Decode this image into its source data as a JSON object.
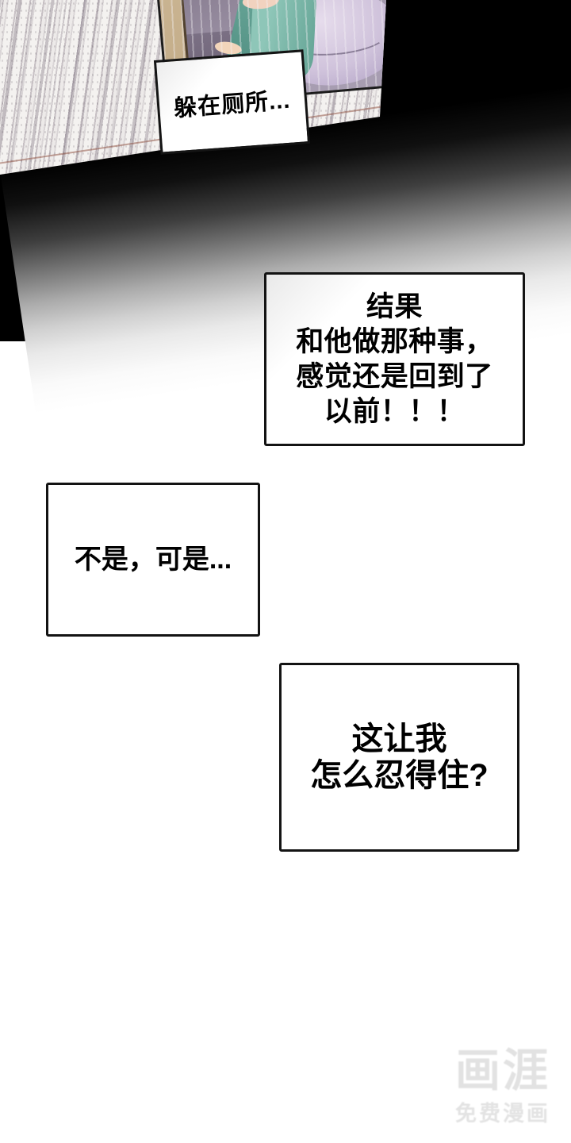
{
  "panel_top": {
    "caption": "躲在厕所..."
  },
  "speech_boxes": [
    {
      "lines": [
        "结果",
        "和他做那种事，",
        "感觉还是回到了",
        "以前！！！"
      ]
    },
    {
      "lines": [
        "不是，可是..."
      ]
    },
    {
      "lines": [
        "这让我",
        "怎么忍得住?"
      ]
    }
  ],
  "watermark": {
    "logo": "画涯",
    "tagline": "免费漫画"
  },
  "colors": {
    "backdrop_black": "#000000",
    "wall_base": "#f4f2f0",
    "wall_stripe": "#9c93a0",
    "wall_edge_line": "#8c4b3c",
    "inset_beige_strip": "#c8b292",
    "toilet_lavender": "#cfc2db",
    "pants_teal": "#7fbbad",
    "skin": "#f2d5ba",
    "box_border": "#131313",
    "text": "#000000",
    "watermark_gray": "#e2e2e2"
  }
}
